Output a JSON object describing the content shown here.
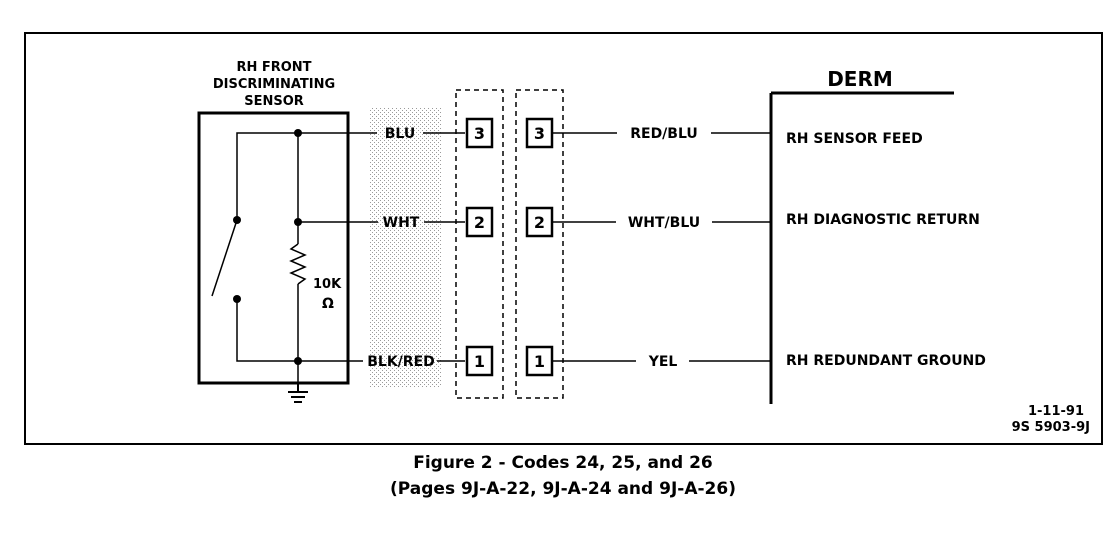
{
  "sensor": {
    "title_line1": "RH FRONT",
    "title_line2": "DISCRIMINATING",
    "title_line3": "SENSOR",
    "resistor_value": "10K",
    "resistor_unit": "Ω"
  },
  "wires_left": [
    "BLU",
    "WHT",
    "BLK/RED"
  ],
  "connector_a_pins": [
    "3",
    "2",
    "1"
  ],
  "connector_b_pins": [
    "3",
    "2",
    "1"
  ],
  "wires_right": [
    "RED/BLU",
    "WHT/BLU",
    "YEL"
  ],
  "derm": {
    "title": "DERM",
    "terminals": [
      "RH SENSOR FEED",
      "RH DIAGNOSTIC RETURN",
      "RH REDUNDANT GROUND"
    ]
  },
  "drawing": {
    "date": "1-11-91",
    "number": "9S 5903-9J"
  },
  "caption": {
    "line1": "Figure 2 - Codes 24, 25, and 26",
    "line2": "(Pages 9J-A-22, 9J-A-24 and 9J-A-26)"
  }
}
